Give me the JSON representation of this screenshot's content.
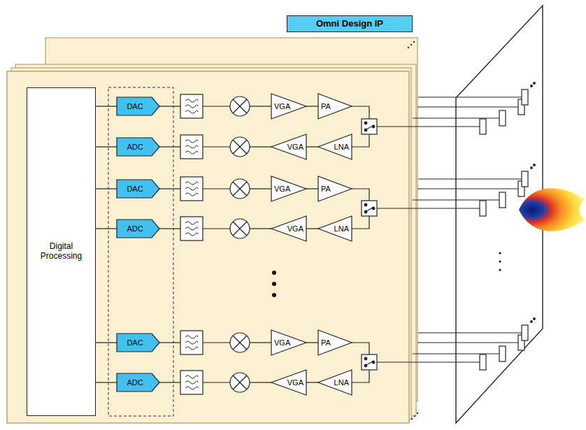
{
  "diagram": {
    "nodes": [
      {
        "text": [
          "Omni Design IP"
        ]
      },
      {
        "text": [
          "Digital Processing"
        ]
      },
      {
        "text": [
          "DAC"
        ]
      },
      {
        "text": [
          "VGA"
        ]
      },
      {
        "text": [
          "PA"
        ]
      },
      {
        "text": [
          "ADC"
        ]
      },
      {
        "text": [
          "VGA"
        ]
      },
      {
        "text": [
          "LNA"
        ]
      },
      {
        "text": [
          "DAC"
        ]
      },
      {
        "text": [
          "VGA"
        ]
      },
      {
        "text": [
          "PA"
        ]
      },
      {
        "text": [
          "ADC"
        ]
      },
      {
        "text": [
          "VGA"
        ]
      },
      {
        "text": [
          "LNA"
        ]
      },
      {
        "text": [
          "DAC"
        ]
      },
      {
        "text": [
          "VGA"
        ]
      },
      {
        "text": [
          "PA"
        ]
      },
      {
        "text": [
          "ADC"
        ]
      },
      {
        "text": [
          "VGA"
        ]
      },
      {
        "text": [
          "LNA"
        ]
      }
    ],
    "edges": [
      {
        "from": 1,
        "to": 2,
        "arrow": "none"
      },
      {
        "from": 1,
        "to": 5,
        "arrow": "none"
      },
      {
        "from": 1,
        "to": 8,
        "arrow": "none"
      },
      {
        "from": 1,
        "to": 11,
        "arrow": "none"
      },
      {
        "from": 1,
        "to": 14,
        "arrow": "none"
      },
      {
        "from": 1,
        "to": 17,
        "arrow": "none"
      },
      {
        "from": 3,
        "to": 4,
        "arrow": "none"
      },
      {
        "from": 7,
        "to": 6,
        "arrow": "none"
      },
      {
        "from": 9,
        "to": 10,
        "arrow": "none"
      },
      {
        "from": 13,
        "to": 12,
        "arrow": "none"
      },
      {
        "from": 15,
        "to": 16,
        "arrow": "none"
      },
      {
        "from": 19,
        "to": 18,
        "arrow": "none"
      }
    ]
  }
}
